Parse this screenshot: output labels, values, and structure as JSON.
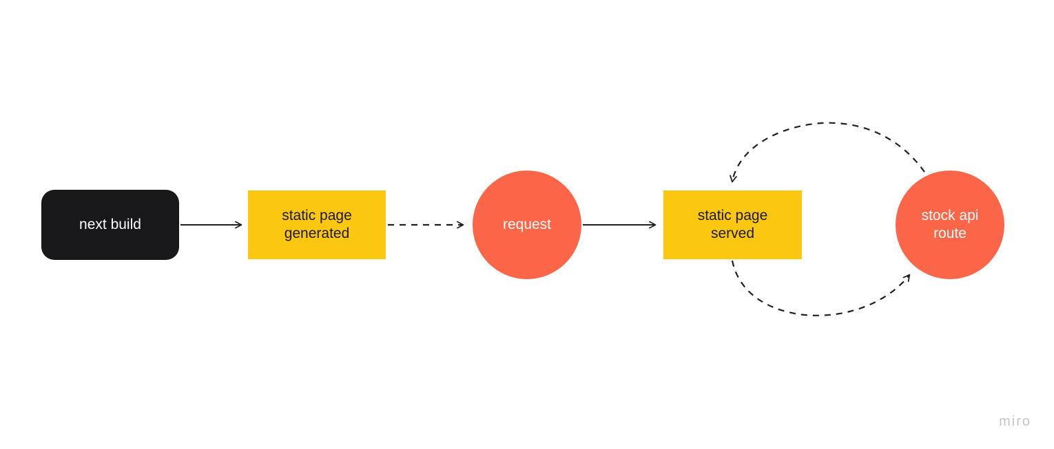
{
  "canvas": {
    "background": "#ffffff",
    "watermark": "miro",
    "watermark_color": "#c4c4c9"
  },
  "colors": {
    "node_black": "#18181b",
    "node_yellow": "#fbc711",
    "node_orange": "#fa6647",
    "text_on_dark": "#ffffff",
    "text_on_yellow": "#1a1a1a",
    "connector": "#1f1f23"
  },
  "nodes": [
    {
      "id": "next-build",
      "label": "next build",
      "shape": "rounded-rect",
      "fill": "#18181b",
      "text_color": "#ffffff"
    },
    {
      "id": "static-page-generated",
      "label": "static page generated",
      "shape": "rect",
      "fill": "#fbc711",
      "text_color": "#1a1a1a"
    },
    {
      "id": "request",
      "label": "request",
      "shape": "circle",
      "fill": "#fa6647",
      "text_color": "#ffffff"
    },
    {
      "id": "static-page-served",
      "label": "static page served",
      "shape": "rect",
      "fill": "#fbc711",
      "text_color": "#1a1a1a"
    },
    {
      "id": "stock-api-route",
      "label": "stock api route",
      "shape": "circle",
      "fill": "#fa6647",
      "text_color": "#ffffff"
    }
  ],
  "edges": [
    {
      "from": "next-build",
      "to": "static-page-generated",
      "style": "solid",
      "arrowhead": "open"
    },
    {
      "from": "static-page-generated",
      "to": "request",
      "style": "dashed",
      "arrowhead": "open"
    },
    {
      "from": "request",
      "to": "static-page-served",
      "style": "solid",
      "arrowhead": "open"
    },
    {
      "from": "stock-api-route",
      "to": "static-page-served",
      "style": "dashed-curve-top",
      "arrowhead": "open"
    },
    {
      "from": "static-page-served",
      "to": "stock-api-route",
      "style": "dashed-curve-bottom",
      "arrowhead": "open"
    }
  ]
}
